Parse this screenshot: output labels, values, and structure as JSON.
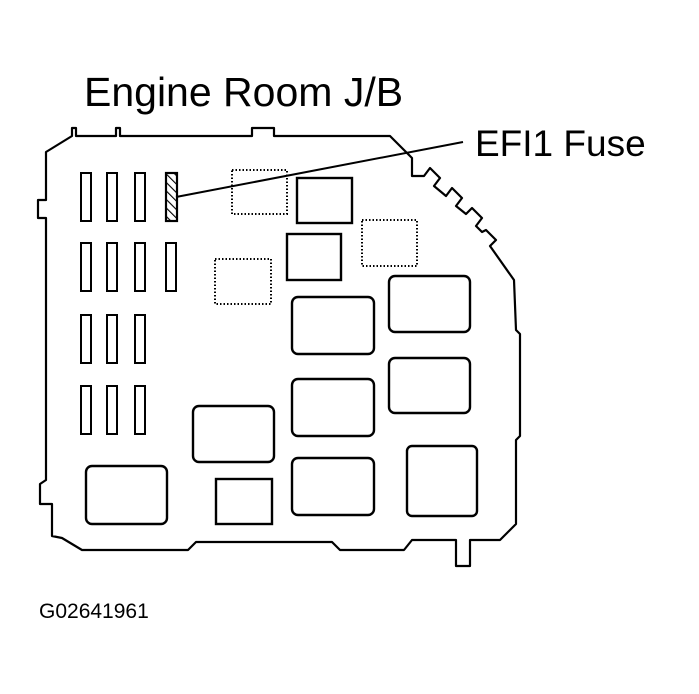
{
  "title": "Engine Room J/B",
  "callout": {
    "label": "EFI1 Fuse"
  },
  "figure_code": "G02641961",
  "colors": {
    "line": "#000000",
    "background": "#ffffff"
  }
}
